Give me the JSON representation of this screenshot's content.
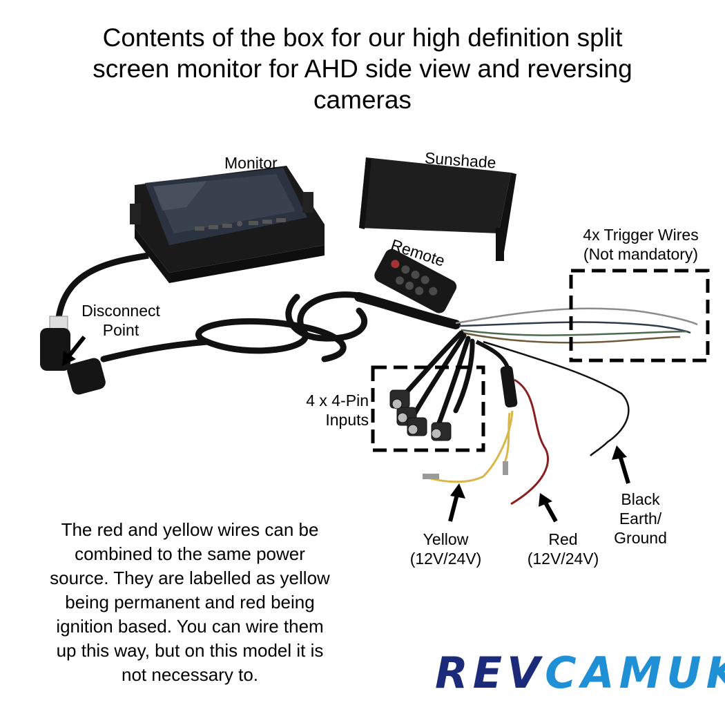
{
  "title": {
    "line1": "Contents of the box for our high definition split",
    "line2": "screen monitor for AHD side view and reversing",
    "line3": "cameras"
  },
  "labels": {
    "monitor": "Monitor",
    "sunshade": "Sunshade",
    "remote": "Remote",
    "trigger_line1": "4x Trigger Wires",
    "trigger_line2": "(Not mandatory)",
    "disconnect_line1": "Disconnect",
    "disconnect_line2": "Point",
    "inputs_line1": "4 x 4-Pin",
    "inputs_line2": "Inputs",
    "yellow_line1": "Yellow",
    "yellow_line2": "(12V/24V)",
    "red_line1": "Red",
    "red_line2": "(12V/24V)",
    "black_line1": "Black",
    "black_line2": "Earth/",
    "black_line3": "Ground"
  },
  "note": {
    "line1": "The red and yellow wires can be",
    "line2": "combined to the same power",
    "line3": "source. They are labelled as yellow",
    "line4": "being permanent and red being",
    "line5": "ignition based. You can wire them",
    "line6": "up this way, but on this model it is",
    "line7": "not necessary to."
  },
  "logo": {
    "part1": "REV",
    "part2": "CAMUK"
  },
  "colors": {
    "logo_dark": "#1c2a7a",
    "logo_light": "#1f8fd6",
    "yellow_wire": "#d9b64a",
    "red_wire": "#8a1f1f"
  }
}
